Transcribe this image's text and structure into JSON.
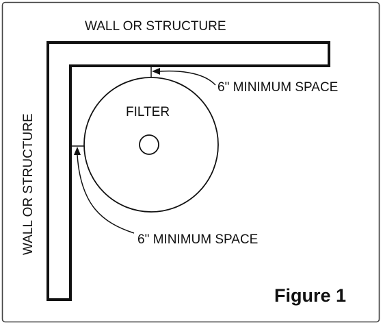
{
  "figure": {
    "caption": "Figure 1"
  },
  "labels": {
    "top_wall": "WALL OR STRUCTURE",
    "side_wall": "WALL OR STRUCTURE",
    "filter": "FILTER",
    "top_clearance": "6\" MINIMUM SPACE",
    "side_clearance": "6\" MINIMUM SPACE"
  },
  "colors": {
    "line": "#111111",
    "border": "#444444",
    "background": "#ffffff"
  }
}
